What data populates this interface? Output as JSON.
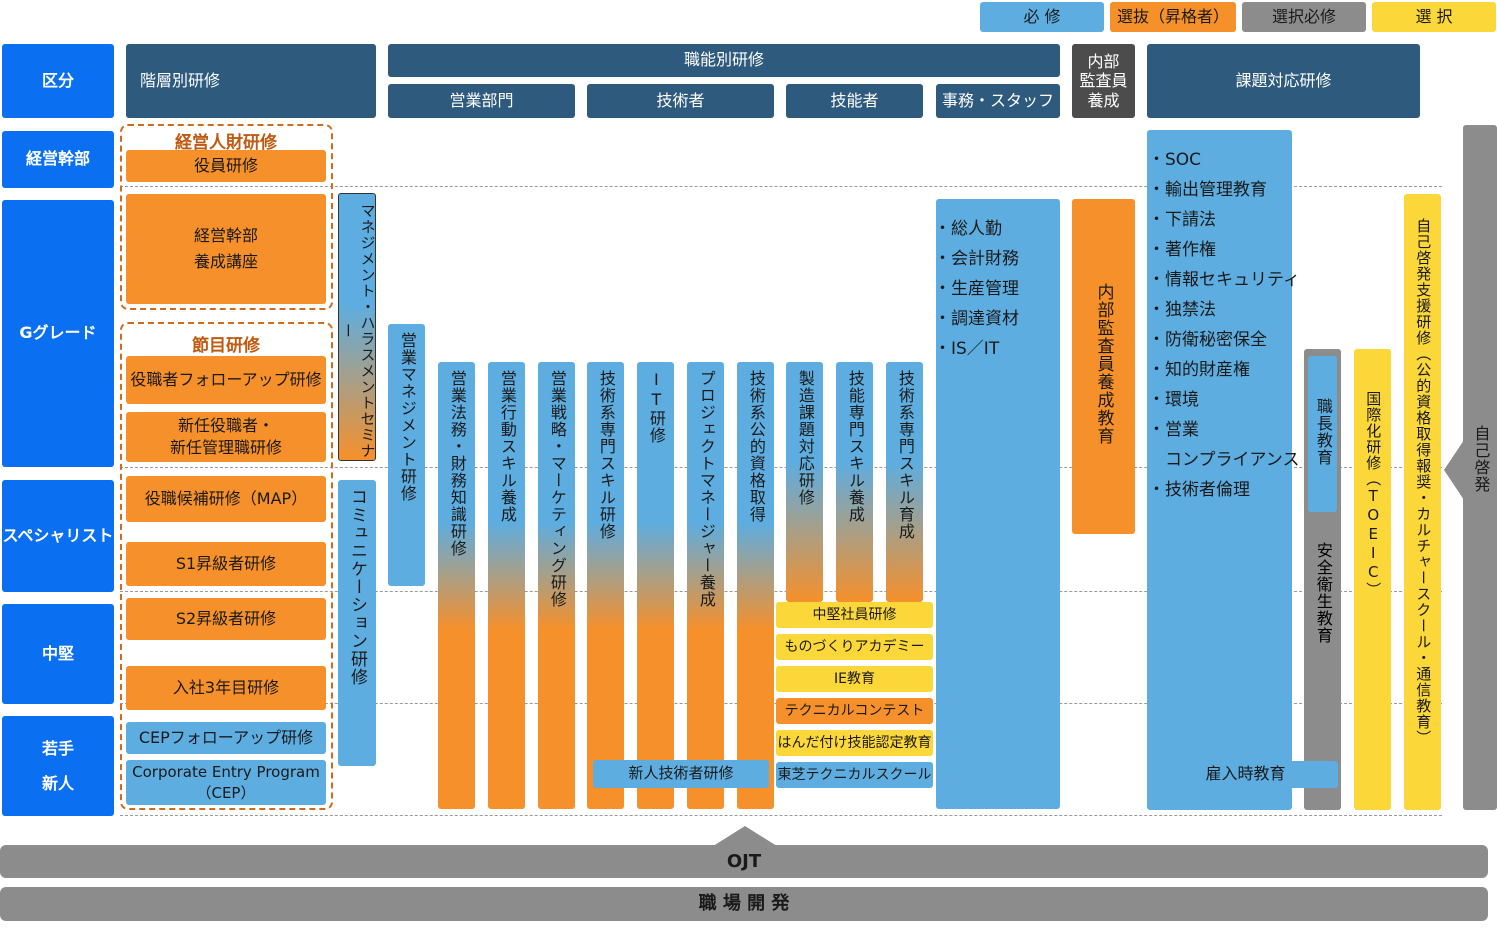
{
  "legend": {
    "required": "必 修",
    "selected": "選抜（昇格者）",
    "elective_required": "選択必修",
    "elective": "選 択"
  },
  "header": {
    "kubun": "区分",
    "kaiso": "階層別研修",
    "shokuno": "職能別研修",
    "eigyo": "営業部門",
    "gijutsusha": "技術者",
    "ginousha": "技能者",
    "jimu": "事務・スタッフ",
    "naibu": "内部\n監査員\n養成",
    "kadai": "課題対応研修"
  },
  "rows": {
    "keiei": "経営幹部",
    "g": "Gグレード",
    "specialist": "スペシャリスト",
    "chuken": "中堅",
    "wakate": "若手\n新人"
  },
  "kaiso": {
    "keiei_jinzai": "経営人財研修",
    "yakuin": "役員研修",
    "keiei_yosei": "経営幹部\n養成講座",
    "fushime": "節目研修",
    "followup": "役職者フォローアップ研修",
    "shinnin": "新任役職者・\n新任管理職研修",
    "map": "役職候補研修（MAP）",
    "s1": "S1昇級者研修",
    "s2": "S2昇級者研修",
    "nyusha3": "入社3年目研修",
    "cep_follow": "CEPフォローアップ研修",
    "cep": "Corporate Entry Program\n（CEP）"
  },
  "common": {
    "harassment": "マネジメント・ハラスメントセミナー",
    "communication": "コミュニケーション研修"
  },
  "eigyo": {
    "management": "営業マネジメント研修",
    "houmu": "営業法務・財務知識研修",
    "koudou": "営業行動スキル養成",
    "senryaku": "営業戦略・マーケティング研修"
  },
  "gijutsu": {
    "senmon": "技術系専門スキル研修",
    "it": "IT研修",
    "pm": "プロジェクトマネージャー養成",
    "shikaku": "技術系公的資格取得",
    "shinjin": "新人技術者研修"
  },
  "ginou": {
    "seizo": "製造課題対応研修",
    "ginou_senmon": "技能専門スキル養成",
    "gijutsu_ikusei": "技術系専門スキル育成",
    "chuken_shain": "中堅社員研修",
    "monozukuri": "ものづくりアカデミー",
    "ie": "IE教育",
    "contest": "テクニカルコンテスト",
    "handa": "はんだ付け技能認定教育",
    "toshiba": "東芝テクニカルスクール"
  },
  "jimu": {
    "items": [
      "・総人勤",
      "・会計財務",
      "・生産管理",
      "・調達資材",
      "・IS／IT"
    ]
  },
  "naibu": {
    "label": "内部監査員養成教育"
  },
  "kadai": {
    "items": [
      "・SOC",
      "・輸出管理教育",
      "・下請法",
      "・著作権",
      "・情報セキュリティ",
      "・独禁法",
      "・防衛秘密保全",
      "・知的財産権",
      "・環境",
      "・営業",
      "　コンプライアンス",
      "・技術者倫理"
    ],
    "shokucho": "職長教育",
    "anzen": "安全衛生教育",
    "koyou": "雇入時教育",
    "kokusai": "国際化研修（TOEIC）",
    "jiko_shien": "自己啓発支援研修（公的資格取得報奨・カルチャースクール・通信教育）",
    "jiko": "自己啓発"
  },
  "footer": {
    "ojt": "OJT",
    "shokuba": "職 場 開 発"
  },
  "colors": {
    "required": "#5eade0",
    "selected": "#f6902a",
    "elective_required": "#8c8c8c",
    "elective": "#fbd73a",
    "header": "#2d5a7d",
    "row": "#0a6ff0"
  }
}
